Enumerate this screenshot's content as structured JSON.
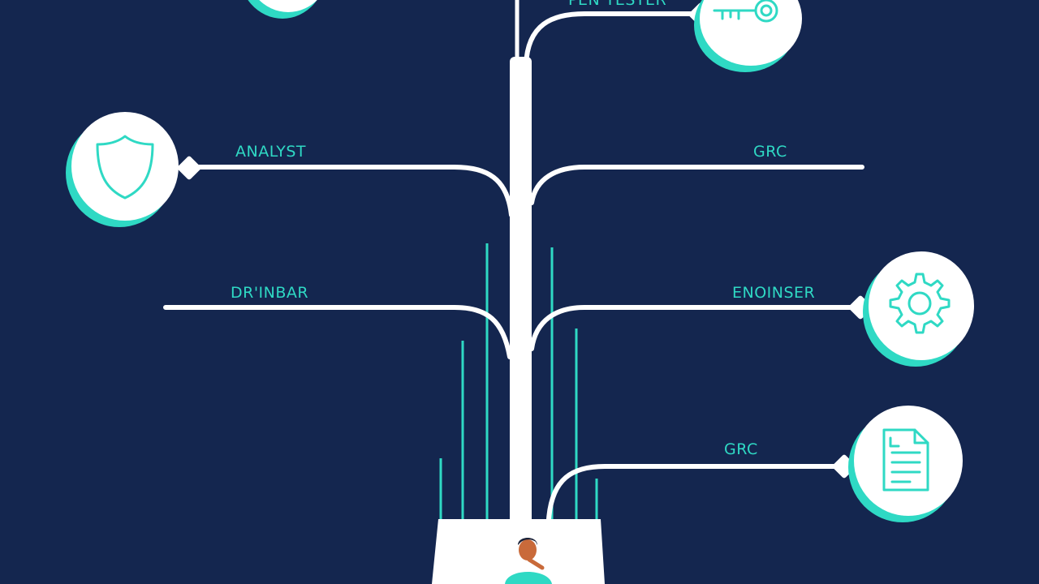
{
  "branches": {
    "top_right": {
      "label": "PEN TESTER",
      "icon": "key-icon"
    },
    "left_upper": {
      "label": "ANALYST",
      "icon": "shield-icon"
    },
    "right_upper": {
      "label": "GRC"
    },
    "left_lower": {
      "label": "DR'INBAR"
    },
    "right_middle": {
      "label": "ENOINSER",
      "icon": "gear-icon"
    },
    "right_lower": {
      "label": "GRC",
      "icon": "document-icon"
    }
  },
  "colors": {
    "background": "#14264f",
    "accent": "#2fd9c4",
    "line": "#ffffff"
  },
  "figure": {
    "icon": "person-at-laptop"
  }
}
